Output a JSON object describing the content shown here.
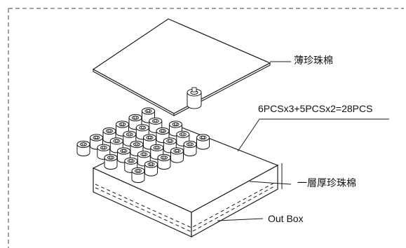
{
  "labels": {
    "thin_foam": "薄珍珠棉",
    "quantity": "6PCSx3+5PCSx2=28PCS",
    "thick_foam": "一層厚珍珠棉",
    "outer_box": "Out Box"
  },
  "layout_rows": [
    6,
    5,
    6,
    5,
    6
  ],
  "total_units": 28,
  "colors": {
    "line": "#1a1a1a",
    "background": "#ffffff"
  }
}
